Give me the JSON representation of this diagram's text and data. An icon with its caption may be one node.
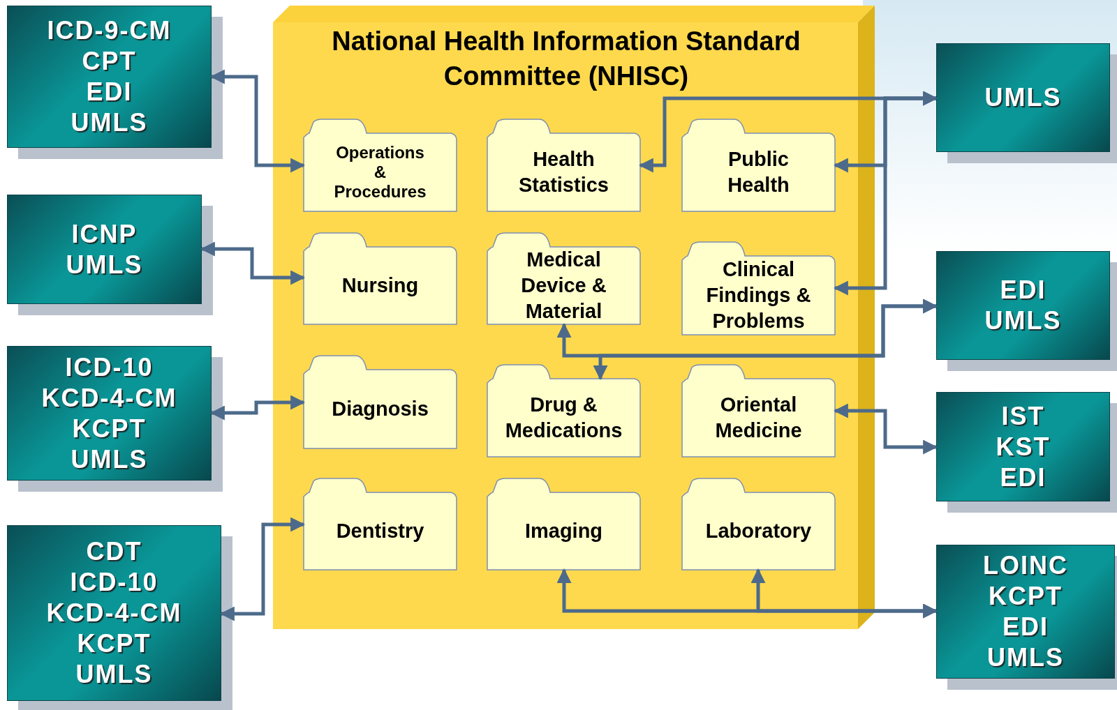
{
  "diagram": {
    "nodes": [
      {
        "text": [
          "National Health Information Standard Committee (NHISC)"
        ]
      },
      {
        "text": [
          "Operations & Procedures"
        ],
        "in": 0
      },
      {
        "text": [
          "Health Statistics"
        ],
        "in": 0
      },
      {
        "text": [
          "Public Health"
        ],
        "in": 0
      },
      {
        "text": [
          "Nursing"
        ],
        "in": 0
      },
      {
        "text": [
          "Medical Device & Material"
        ],
        "in": 0
      },
      {
        "text": [
          "Clinical Findings & Problems"
        ],
        "in": 0
      },
      {
        "text": [
          "Diagnosis"
        ],
        "in": 0
      },
      {
        "text": [
          "Drug & Medications"
        ],
        "in": 0
      },
      {
        "text": [
          "Oriental Medicine"
        ],
        "in": 0
      },
      {
        "text": [
          "Dentistry"
        ],
        "in": 0
      },
      {
        "text": [
          "Imaging"
        ],
        "in": 0
      },
      {
        "text": [
          "Laboratory"
        ],
        "in": 0
      },
      {
        "text": [
          "ICD-9-CM",
          "CPT",
          "EDI",
          "UMLS"
        ]
      },
      {
        "text": [
          "ICNP",
          "UMLS"
        ]
      },
      {
        "text": [
          "ICD-10",
          "KCD-4-CM",
          "KCPT",
          "UMLS"
        ]
      },
      {
        "text": [
          "CDT",
          "ICD-10",
          "KCD-4-CM",
          "KCPT",
          "UMLS"
        ]
      },
      {
        "text": [
          "UMLS"
        ]
      },
      {
        "text": [
          "EDI",
          "UMLS"
        ]
      },
      {
        "text": [
          "IST",
          "KST",
          "EDI"
        ]
      },
      {
        "text": [
          "LOINC",
          "KCPT",
          "EDI",
          "UMLS"
        ]
      }
    ],
    "edges": [
      {
        "from": 13,
        "to": 1,
        "arrow": "both"
      },
      {
        "from": 14,
        "to": 4,
        "arrow": "both"
      },
      {
        "from": 15,
        "to": 7,
        "arrow": "both"
      },
      {
        "from": 16,
        "to": 10,
        "arrow": "both"
      },
      {
        "from": 17,
        "to": 2,
        "arrow": "both"
      },
      {
        "from": 17,
        "to": 3,
        "arrow": "both"
      },
      {
        "from": 17,
        "to": 6,
        "arrow": "both"
      },
      {
        "from": 18,
        "to": 5,
        "arrow": "both"
      },
      {
        "from": 18,
        "to": 8,
        "arrow": "both"
      },
      {
        "from": 19,
        "to": 9,
        "arrow": "both"
      },
      {
        "from": 20,
        "to": 11,
        "arrow": "both"
      },
      {
        "from": 20,
        "to": 12,
        "arrow": "both"
      }
    ]
  }
}
